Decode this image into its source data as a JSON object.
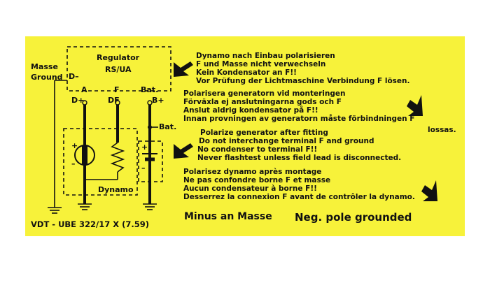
{
  "colors": {
    "label_background": "#f7f23a",
    "ink": "#111111"
  },
  "diagram": {
    "regulator_title": "Regulator",
    "regulator_model": "RS/UA",
    "masse": "Masse",
    "ground": "Ground",
    "d_minus": "D–",
    "term_a": "A",
    "term_f": "F",
    "term_bat": "Bat.",
    "term_d_plus": "D+",
    "term_df": "DF",
    "term_b_plus": "B+",
    "battery_label": "Bat.",
    "dynamo_label": "Dynamo",
    "plus_sign": "+",
    "minus_sign": "–",
    "part_number": "VDT - UBE 322/17 X (7.59)"
  },
  "instructions": {
    "german": [
      "Dynamo nach Einbau polarisieren",
      "F und Masse nicht verwechseln",
      "Kein Kondensator an F!!",
      "Vor Prüfung der Lichtmaschine Verbindung F lösen."
    ],
    "swedish": [
      "Polarisera generatorn vid monteringen",
      "Förväxla ej anslutningarna gods och F",
      "Anslut aldrig kondensator på F!!",
      "Innan provningen av generatorn måste förbindningen F"
    ],
    "swedish_tail": "lossas.",
    "english": [
      "Polarize generator after fitting",
      "Do not interchange terminal F and ground",
      "No condenser to terminal F!!",
      "Never flashtest unless field lead is disconnected."
    ],
    "french": [
      "Polarisez dynamo après montage",
      "Ne pas confondre borne F et masse",
      "Aucun condensateur à borne F!!",
      "Desserrez la connexion F avant de contrôler la dynamo."
    ]
  },
  "footer": {
    "minus_an_masse": "Minus an Masse",
    "neg_pole_grounded": "Neg. pole grounded"
  }
}
